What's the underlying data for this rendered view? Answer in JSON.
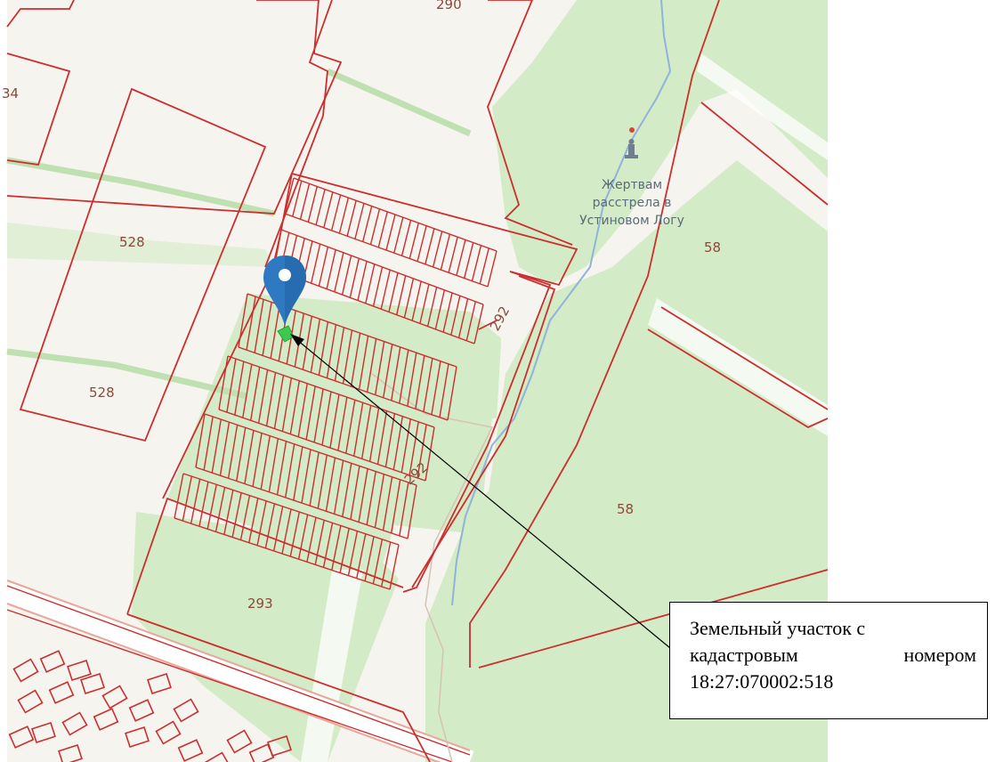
{
  "map": {
    "parcel_labels": {
      "p528a": "528",
      "p528b": "528",
      "p292a": "292",
      "p292b": "292",
      "p293": "293",
      "p58a": "58",
      "p58b": "58",
      "p290": "290",
      "p34": "34"
    },
    "poi": {
      "line1": "Жертвам",
      "line2": "расстрела в",
      "line3": "Устиновом Логу"
    },
    "colors": {
      "background": "#f6f4ef",
      "forest": "#d3ebc6",
      "road": "#ffffff",
      "parcel_border": "#cc2e2e",
      "stream": "#8fb3d9",
      "marker": "#2f79c2",
      "selected_plot": "#3cc94f"
    },
    "marker_icon": "map-pin-icon",
    "monument_icon": "monument-icon"
  },
  "callout": {
    "line1": "Земельный участок с",
    "line2a": "кадастровым",
    "line2b": "номером",
    "line3": "18:27:070002:518"
  }
}
